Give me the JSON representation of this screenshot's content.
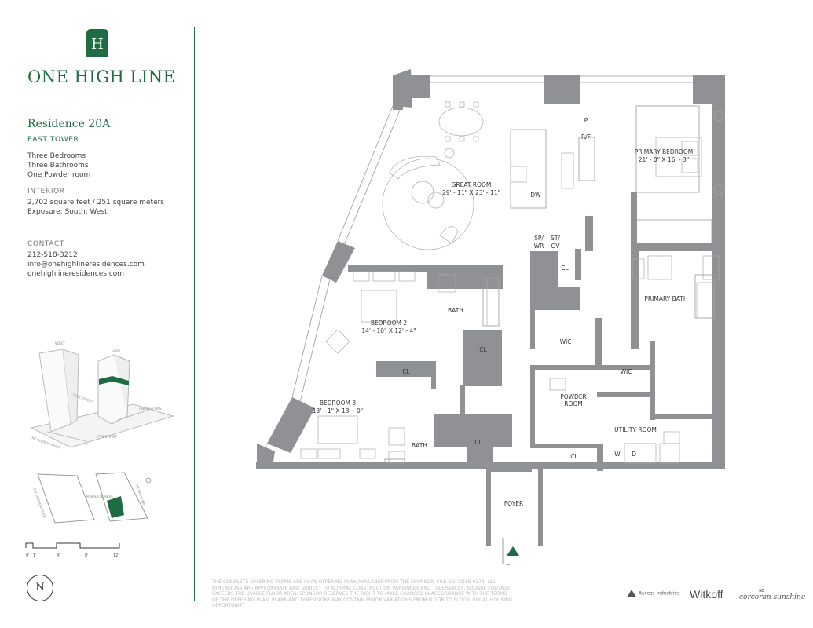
{
  "brand": {
    "monogram": "H",
    "name": "ONE HIGH LINE"
  },
  "residence": {
    "title": "Residence 20A",
    "tower": "EAST TOWER",
    "rooms": [
      "Three Bedrooms",
      "Three Bathrooms",
      "One Powder room"
    ]
  },
  "interior": {
    "heading": "INTERIOR",
    "area": "2,702 square feet / 251 square meters",
    "exposure": "Exposure: South, West"
  },
  "contact": {
    "heading": "CONTACT",
    "phone": "212-518-3212",
    "email": "info@onehighlineresidences.com",
    "website": "onehighlineresidences.com"
  },
  "site_diagram": {
    "labels": [
      "WEST",
      "EAST",
      "18TH STREET",
      "THE HIGH LINE",
      "THE HUDSON RIVER",
      "17TH STREET"
    ]
  },
  "site_map": {
    "labels": [
      "THE HUDSON RIVER",
      "PORTE COCHERE",
      "THE HIGH LINE"
    ]
  },
  "scale": {
    "ticks": [
      "0'",
      "1'",
      "4'",
      "8'",
      "12'"
    ]
  },
  "compass": {
    "label": "N"
  },
  "plan_labels": {
    "great_room": "GREAT ROOM",
    "great_room_dim": "29' - 11\" X 23' - 11\"",
    "primary_bedroom": "PRIMARY BEDROOM",
    "primary_bedroom_dim": "21' - 0\" X 16' - 3\"",
    "primary_bath": "PRIMARY BATH",
    "bedroom2": "BEDROOM 2",
    "bedroom2_dim": "14' - 10\" X 12' - 4\"",
    "bedroom3": "BEDROOM 3",
    "bedroom3_dim": "13' - 1\" X 13' - 0\"",
    "bath": "BATH",
    "cl": "CL",
    "wic": "WIC",
    "powder_room_1": "POWDER",
    "powder_room_2": "ROOM",
    "utility_room": "UTILITY ROOM",
    "foyer": "FOYER",
    "p": "P",
    "rf": "R/F",
    "dw": "DW",
    "sp": "SP/",
    "wr": "WR",
    "st": "ST/",
    "ov": "OV",
    "w": "W",
    "d": "D"
  },
  "disclaimer": "THE COMPLETE OFFERING TERMS ARE IN AN OFFERING PLAN AVAILABLE FROM THE SPONSOR. FILE NO. CD18-0374. ALL DIMENSIONS ARE APPROXIMATE AND SUBJECT TO NORMAL CONSTRUCTION VARIANCES AND TOLERANCES. SQUARE FOOTAGE EXCEEDS THE USABLE FLOOR AREA. SPONSOR RESERVES THE RIGHT TO MAKE CHANGES IN ACCORDANCE WITH THE TERMS OF THE OFFERING PLAN. PLANS AND DIMENSIONS MAY CONTAIN MINOR VARIATIONS FROM FLOOR TO FLOOR. EQUAL HOUSING OPPORTUNITY",
  "partners": [
    "Access Industries",
    "Witkoff",
    "corcoran sunshine"
  ],
  "colors": {
    "brand_green": "#1f6b43",
    "wall_gray": "#8f9194",
    "text_gray": "#555555"
  }
}
